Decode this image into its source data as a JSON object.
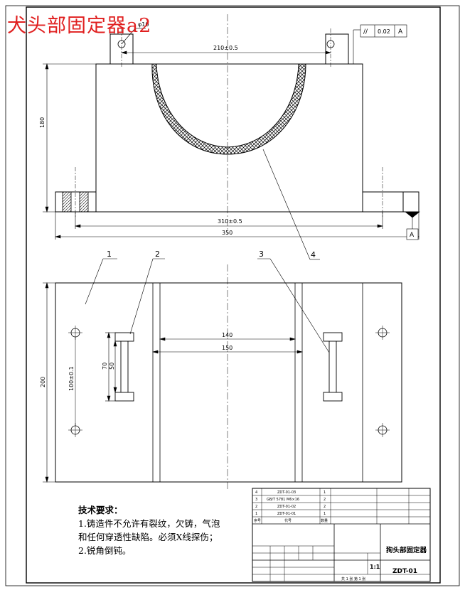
{
  "title": "犬头部固定器a2",
  "dims": {
    "phi": "φ10",
    "d210": "210±0.5",
    "d180": "180",
    "d310": "310±0.5",
    "d350": "350",
    "d140": "140",
    "d150": "150",
    "d70": "70",
    "d50": "50",
    "d100": "100±0.1",
    "d200": "200"
  },
  "tolerance": {
    "sym": "//",
    "value": "0.02",
    "datum": "A"
  },
  "datum_label": "A",
  "balloons": [
    "1",
    "2",
    "3",
    "4"
  ],
  "tech": {
    "heading": "技术要求：",
    "lines": [
      "1.铸造件不允许有裂纹，欠铸，气泡",
      "和任何穿透性缺陷。必须X线探伤；",
      "2.锐角倒钝。"
    ]
  },
  "titleblock": {
    "part_name": "狗头部固定器",
    "drawing_no": "ZDT-01",
    "scale": "1:1",
    "seq_label": "序号",
    "code_label": "代号",
    "qty_label": "数量",
    "rows": [
      {
        "seq": "4",
        "code": "ZDT-01-03",
        "qty": "1"
      },
      {
        "seq": "3",
        "code": "GB/T 5781 M6×16",
        "qty": "2"
      },
      {
        "seq": "2",
        "code": "ZDT-01-02",
        "qty": "2"
      },
      {
        "seq": "1",
        "code": "ZDT-01-01",
        "qty": "1"
      }
    ],
    "sheet_text": "共 1 张  第 1 张"
  }
}
